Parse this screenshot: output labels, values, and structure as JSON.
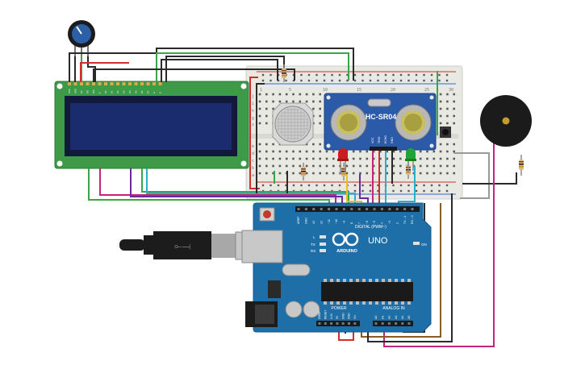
{
  "colors": {
    "background": "#ffffff",
    "lcd_pcb": "#3f9a48",
    "lcd_screen": "#1a2c6e",
    "breadboard": "#e9e9e4",
    "hcsr04_board": "#2a5aa8",
    "arduino_board": "#1e6fa8",
    "buzzer": "#1b1b1b",
    "potentiometer_knob": "#2b5fa6",
    "wire_red": "#d12f2f",
    "wire_black": "#2a2a2a",
    "wire_green": "#3aa64a",
    "wire_magenta": "#c2257a",
    "wire_purple": "#6a2a9a",
    "wire_cyan": "#2ab0c8",
    "wire_brown": "#8a5a2a",
    "wire_gray": "#9a9a9a",
    "led_red": "#c81e1e",
    "led_green": "#23a23a"
  },
  "components": {
    "lcd": {
      "icon": "lcd-16x2-icon",
      "pin_labels": [
        "VSS",
        "VDD",
        "V0",
        "RS",
        "RW",
        "E",
        "D0",
        "D1",
        "D2",
        "D3",
        "D4",
        "D5",
        "D6",
        "D7",
        "A",
        "K"
      ]
    },
    "potentiometer": {
      "icon": "potentiometer-icon"
    },
    "gas_sensor": {
      "icon": "gas-sensor-icon"
    },
    "ultrasonic": {
      "icon": "ultrasonic-sensor-icon",
      "model": "HC-SR04",
      "pin_labels": [
        "VCC",
        "TRIG",
        "ECHO",
        "GND"
      ]
    },
    "buzzer": {
      "icon": "piezo-buzzer-icon"
    },
    "leds": [
      {
        "name": "red-led",
        "icon": "led-icon"
      },
      {
        "name": "green-led",
        "icon": "led-icon"
      }
    ],
    "pushbutton": {
      "icon": "pushbutton-icon"
    }
  },
  "breadboard": {
    "row_labels_top": [
      "j",
      "i",
      "h",
      "g",
      "f"
    ],
    "row_labels_bottom": [
      "e",
      "d",
      "c",
      "b",
      "a"
    ],
    "column_numbers": [
      "1",
      "5",
      "10",
      "15",
      "20",
      "25",
      "30"
    ]
  },
  "arduino": {
    "model": "UNO",
    "brand": "ARDUINO",
    "on_label": "ON",
    "led_labels": [
      "L",
      "TX",
      "RX"
    ],
    "digital_header_label": "DIGITAL (PWM~)",
    "digital_pins": [
      "AREF",
      "GND",
      "13",
      "12",
      "~11",
      "~10",
      "~9",
      "8",
      "7",
      "~6",
      "~5",
      "4",
      "~3",
      "2",
      "TX→1",
      "RX←0"
    ],
    "power_header_label": "POWER",
    "power_pins": [
      "IOREF",
      "RESET",
      "3.3V",
      "5V",
      "GND",
      "GND",
      "Vin"
    ],
    "analog_header_label": "ANALOG IN",
    "analog_pins": [
      "A0",
      "A1",
      "A2",
      "A3",
      "A4",
      "A5"
    ]
  }
}
